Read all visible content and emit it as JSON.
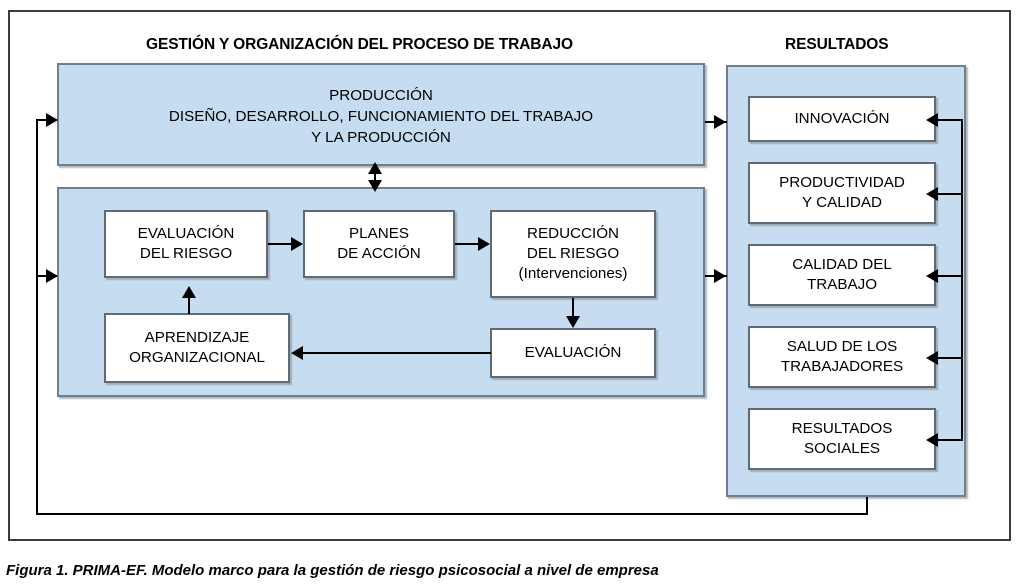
{
  "figure": {
    "caption": "Figura 1. PRIMA-EF. Modelo marco para la gestión de riesgo psicosocial a nivel de empresa"
  },
  "sections": {
    "left_title": "GESTIÓN Y ORGANIZACIÓN DEL PROCESO DE TRABAJO",
    "right_title": "RESULTADOS"
  },
  "panels": {
    "produccion": {
      "line1": "PRODUCCIÓN",
      "line2": "DISEÑO, DESARROLLO, FUNCIONAMIENTO DEL TRABAJO",
      "line3": "Y LA PRODUCCIÓN"
    }
  },
  "process_boxes": [
    {
      "id": "evaluacion-riesgo",
      "line1": "EVALUACIÓN",
      "line2": "DEL RIESGO"
    },
    {
      "id": "planes-accion",
      "line1": "PLANES",
      "line2": "DE ACCIÓN"
    },
    {
      "id": "reduccion-riesgo",
      "line1": "REDUCCIÓN",
      "line2": "DEL RIESGO",
      "line3": "(Intervenciones)"
    },
    {
      "id": "evaluacion",
      "line1": "EVALUACIÓN"
    },
    {
      "id": "aprendizaje-organizacional",
      "line1": "APRENDIZAJE",
      "line2": "ORGANIZACIONAL"
    }
  ],
  "result_boxes": [
    {
      "id": "innovacion",
      "line1": "INNOVACIÓN"
    },
    {
      "id": "productividad-calidad",
      "line1": "PRODUCTIVIDAD",
      "line2": "Y CALIDAD"
    },
    {
      "id": "calidad-trabajo",
      "line1": "CALIDAD DEL",
      "line2": "TRABAJO"
    },
    {
      "id": "salud-trabajadores",
      "line1": "SALUD DE LOS",
      "line2": "TRABAJADORES"
    },
    {
      "id": "resultados-sociales",
      "line1": "RESULTADOS",
      "line2": "SOCIALES"
    }
  ],
  "colors": {
    "panel_fill": "#c6dcf0",
    "panel_border": "#6f7f8d",
    "box_fill": "#ffffff",
    "box_border": "#5e6b76",
    "frame": "#3b3b3b",
    "line": "#000000"
  }
}
